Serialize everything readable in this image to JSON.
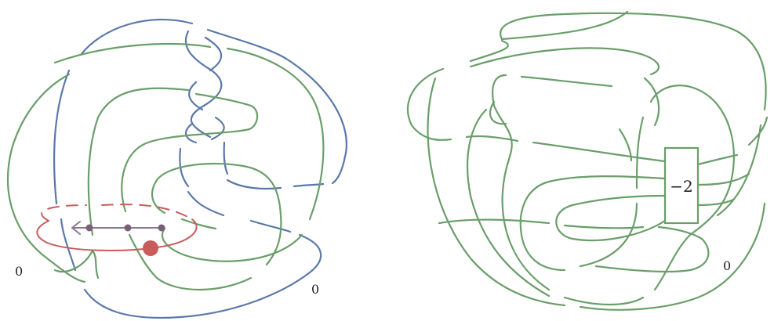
{
  "left_diagram": {
    "framing_label_green": "0",
    "framing_label_blue": "0"
  },
  "right_diagram": {
    "box_label": "−2",
    "framing_label": "0"
  },
  "colors": {
    "green_component": "#6a9e6a",
    "blue_component": "#5b78a8",
    "red_circle": "#c95b5b",
    "arrow": "#8a7890",
    "dot": "#7a5f78"
  }
}
